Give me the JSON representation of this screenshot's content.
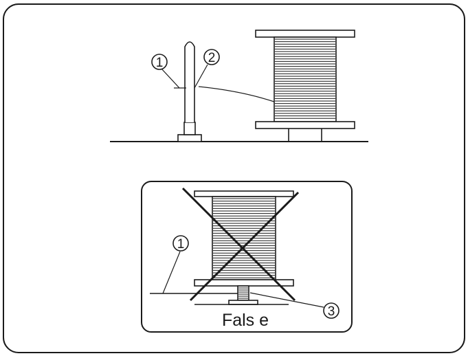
{
  "top_diagram": {
    "callouts": [
      {
        "id": "callout-1",
        "label": "1"
      },
      {
        "id": "callout-2",
        "label": "2"
      }
    ]
  },
  "bottom_diagram": {
    "callouts": [
      {
        "id": "callout-1",
        "label": "1"
      },
      {
        "id": "callout-3",
        "label": "3"
      }
    ],
    "caption": "Fals e"
  },
  "colors": {
    "line": "#1a1a1a",
    "background": "#ffffff"
  }
}
